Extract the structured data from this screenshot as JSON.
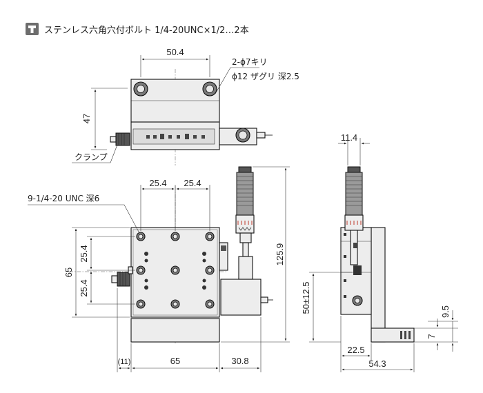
{
  "header": {
    "badge_icon": "t-screw-icon",
    "title": "ステンレス六角穴付ボルト 1/4-20UNC×1/2…2本"
  },
  "top_view": {
    "dim_hole_pitch": "50.4",
    "dim_height": "47",
    "note_holes": "2-ϕ7キリ",
    "note_counterbore": "ϕ12 ザグリ 深2.5",
    "callout_clamp": "クランプ"
  },
  "front_view": {
    "note_tapped": "9-1/4-20 UNC 深6",
    "dim_pitch_x1": "25.4",
    "dim_pitch_x2": "25.4",
    "dim_pitch_y1": "25.4",
    "dim_pitch_y2": "25.4",
    "dim_width": "65",
    "dim_depth": "65",
    "dim_offset": "(11)",
    "dim_micrometer": "30.8",
    "dim_total_height": "125.9"
  },
  "side_view": {
    "dim_top": "11.4",
    "dim_stroke": "50±12.5",
    "dim_foot_height": "9.5",
    "dim_foot_thk": "7",
    "dim_offset": "22.5",
    "dim_width": "54.3"
  }
}
